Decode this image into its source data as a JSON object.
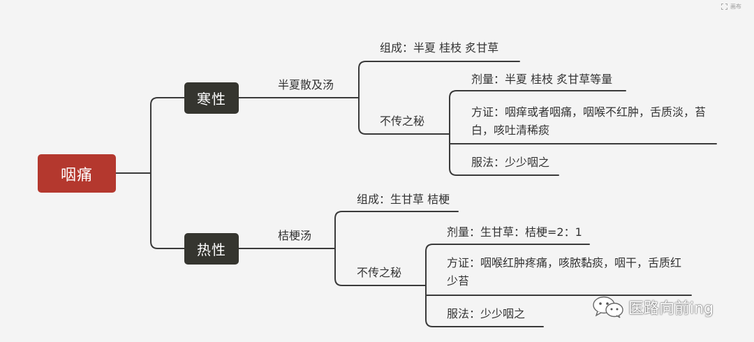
{
  "toolbar": {
    "label": "画布",
    "icon": "expand-icon"
  },
  "root": {
    "label": "咽痛"
  },
  "cold": {
    "label": "寒性",
    "formula": "半夏散及汤",
    "composition": "组成：半夏  桂枝  炙甘草",
    "secret": "不传之秘",
    "dosage": "剂量：半夏 桂枝 炙甘草等量",
    "indication": "方证：咽痒或者咽痛，咽喉不红肿，舌质淡，苔白，咳吐清稀痰",
    "usage": "服法：少少咽之"
  },
  "hot": {
    "label": "热性",
    "formula": "桔梗汤",
    "composition": "组成：生甘草 桔梗",
    "secret": "不传之秘",
    "dosage": "剂量：生甘草：桔梗=2：1",
    "indication": "方证：咽喉红肿疼痛，咳脓黏痰，咽干，舌质红少苔",
    "usage": "服法：少少咽之"
  },
  "watermark": {
    "text": "医路向前ing",
    "icon": "wechat-icon"
  },
  "colors": {
    "root": "#b4382e",
    "branch": "#35352f",
    "line": "#3a3a3a",
    "background": "#f4f4f4"
  }
}
